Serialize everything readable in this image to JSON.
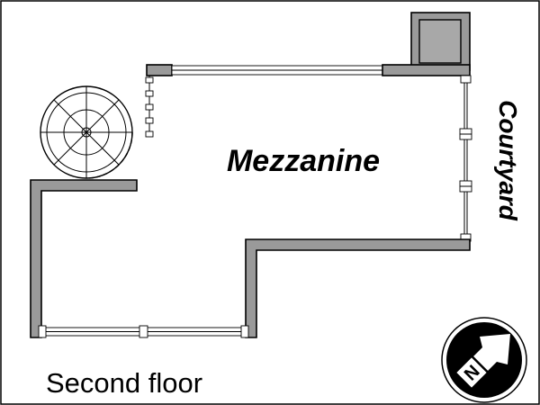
{
  "labels": {
    "room": "Mezzanine",
    "side": "Courtyard",
    "floor": "Second floor",
    "compass": "N"
  },
  "colors": {
    "wall_fill": "#9a9a9a",
    "outline": "#000000",
    "background": "#ffffff"
  },
  "icons": {
    "stair": "spiral-staircase-icon",
    "compass": "north-arrow-icon"
  }
}
